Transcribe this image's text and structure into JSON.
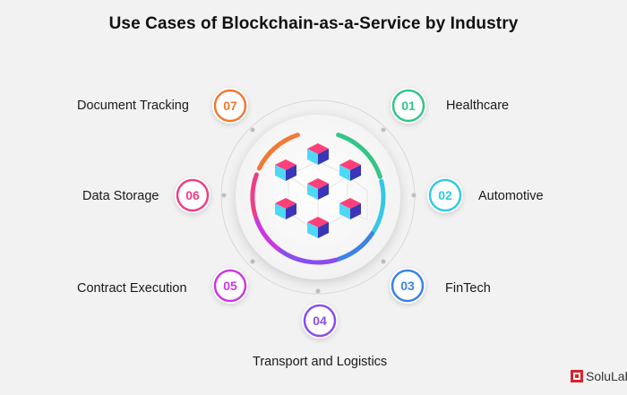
{
  "title": "Use Cases of Blockchain-as-a-Service by Industry",
  "brand": "SoluLab",
  "items": [
    {
      "number": "01",
      "label": "Healthcare",
      "color": "#34c58a"
    },
    {
      "number": "02",
      "label": "Automotive",
      "color": "#35c8e6"
    },
    {
      "number": "03",
      "label": "FinTech",
      "color": "#3d82e6"
    },
    {
      "number": "04",
      "label": "Transport and Logistics",
      "color": "#8a4cf0"
    },
    {
      "number": "05",
      "label": "Contract Execution",
      "color": "#cc38e0"
    },
    {
      "number": "06",
      "label": "Data Storage",
      "color": "#ee3f86"
    },
    {
      "number": "07",
      "label": "Document Tracking",
      "color": "#f07a33"
    }
  ],
  "colors": {
    "cube_top": "#fe3f7a",
    "cube_left": "#4fd8f5",
    "cube_right": "#3a36b8"
  }
}
